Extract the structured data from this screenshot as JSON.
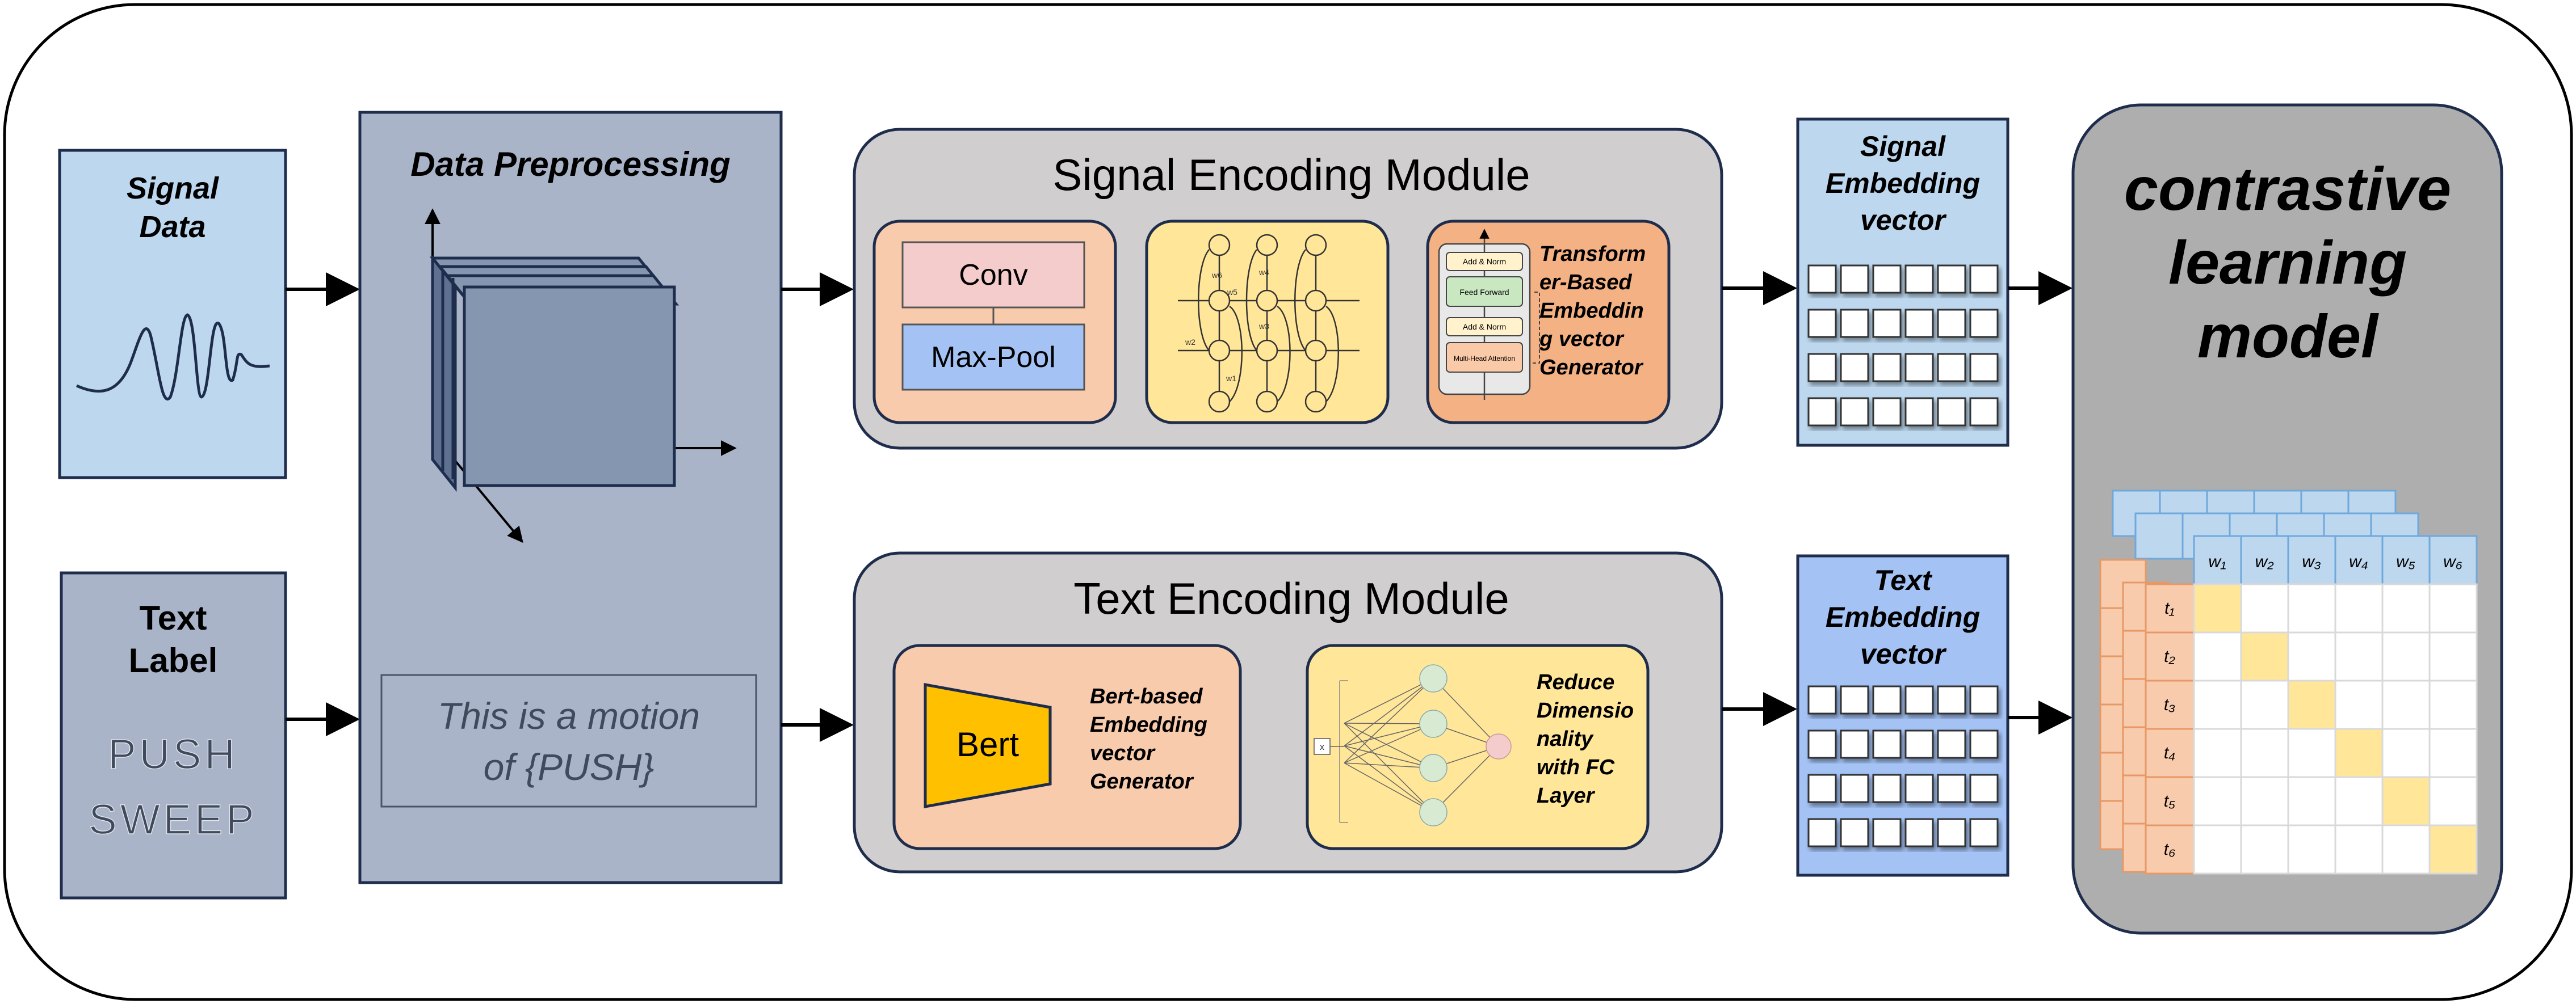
{
  "signal_data": {
    "title_line1": "Signal",
    "title_line2": "Data"
  },
  "text_label": {
    "title_line1": "Text",
    "title_line2": "Label",
    "words": [
      "PUSH",
      "SWEEP"
    ]
  },
  "preprocessing": {
    "title": "Data Preprocessing",
    "template_line1": "This is a motion",
    "template_line2": "of {PUSH}"
  },
  "signal_module": {
    "title": "Signal Encoding Module",
    "conv_label": "Conv",
    "maxpool_label": "Max-Pool",
    "rnn_labels": [
      "w6",
      "w5",
      "w4",
      "w3",
      "w2",
      "w1"
    ],
    "transformer_blocks": [
      "Add & Norm",
      "Feed Forward",
      "Add & Norm",
      "Multi-Head Attention"
    ],
    "transformer_caption": [
      "Transform",
      "er-Based",
      "Embeddin",
      "g vector",
      "Generator"
    ]
  },
  "text_module": {
    "title": "Text Encoding Module",
    "bert_label": "Bert",
    "bert_caption": [
      "Bert-based",
      "Embedding",
      "vector",
      "Generator"
    ],
    "fc_input": "x",
    "fc_caption": [
      "Reduce",
      "Dimensio",
      "nality",
      "with FC",
      "Layer"
    ]
  },
  "signal_embedding": {
    "lines": [
      "Signal",
      "Embedding",
      "vector"
    ]
  },
  "text_embedding": {
    "lines": [
      "Text",
      "Embedding",
      "vector"
    ]
  },
  "contrastive": {
    "lines": [
      "contrastive",
      "learning",
      "model"
    ],
    "w_labels": [
      "w₁",
      "w₂",
      "w₃",
      "w₄",
      "w₅",
      "w₆"
    ],
    "t_labels": [
      "t₁",
      "t₂",
      "t₃",
      "t₄",
      "t₅",
      "t₆"
    ]
  },
  "colors": {
    "light_blue": "#bdd7ee",
    "slate": "#aab4c8",
    "cube": "#8496b0",
    "module_gray": "#d0cece",
    "peach": "#f8cbad",
    "orange": "#f4b183",
    "yellow": "#ffe699",
    "gold": "#ffc000",
    "pink": "#f4cccc",
    "blue": "#a4c2f4"
  }
}
